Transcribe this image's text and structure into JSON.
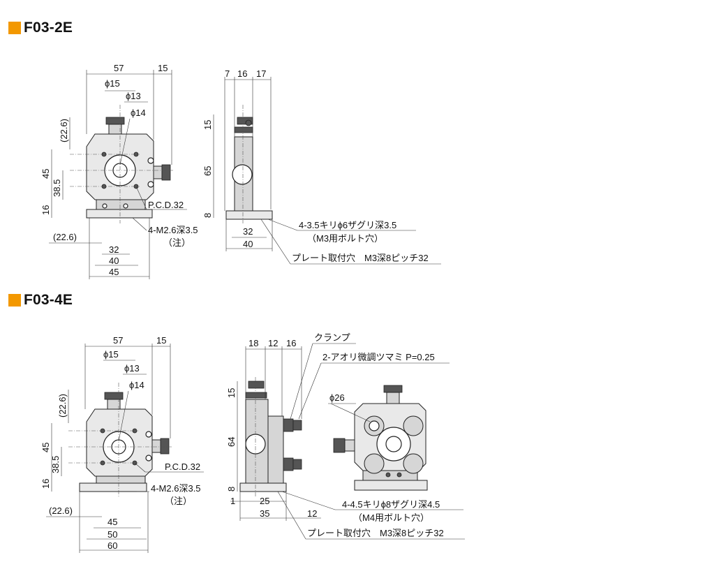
{
  "sections": [
    {
      "title": "F03-2E",
      "accent": "#f39800"
    },
    {
      "title": "F03-4E",
      "accent": "#f39800"
    }
  ],
  "f2e": {
    "front": {
      "dim_57": "57",
      "dim_15": "15",
      "phi15": "ϕ15",
      "phi13": "ϕ13",
      "phi14": "ϕ14",
      "dim_22_6_v": "(22.6)",
      "dim_45_v": "45",
      "dim_38_5": "38.5",
      "dim_16": "16",
      "pcd": "P.C.D.32",
      "tap": "4-M2.6深3.5",
      "note": "（注）",
      "dim_22_6_h": "(22.6)",
      "dim_32": "32",
      "dim_40": "40",
      "dim_45_h": "45"
    },
    "side": {
      "dim_7": "7",
      "dim_16": "16",
      "dim_17": "17",
      "dim_15": "15",
      "dim_65": "65",
      "dim_8": "8",
      "dim_32": "32",
      "dim_40": "40",
      "bolt_hole": "4-3.5キリϕ6ザグリ深3.5",
      "bolt_note": "（M3用ボルト穴）",
      "plate_hole": "プレート取付穴　M3深8ピッチ32"
    }
  },
  "f4e": {
    "front": {
      "dim_57": "57",
      "dim_15": "15",
      "phi15": "ϕ15",
      "phi13": "ϕ13",
      "phi14": "ϕ14",
      "dim_22_6_v": "(22.6)",
      "dim_45_v": "45",
      "dim_38_5": "38.5",
      "dim_16": "16",
      "pcd": "P.C.D.32",
      "tap": "4-M2.6深3.5",
      "note": "（注）",
      "dim_22_6_h": "(22.6)",
      "dim_45_h": "45",
      "dim_50": "50",
      "dim_60": "60"
    },
    "side": {
      "dim_18": "18",
      "dim_12": "12",
      "dim_16": "16",
      "clamp": "クランプ",
      "knob": "2-アオリ微調ツマミ P=0.25",
      "dim_15": "15",
      "dim_64": "64",
      "dim_8": "8",
      "dim_1": "1",
      "dim_25": "25",
      "dim_35": "35",
      "dim_12b": "12",
      "bolt_hole": "4-4.5キリϕ8ザグリ深4.5",
      "bolt_note": "（M4用ボルト穴）",
      "plate_hole": "プレート取付穴　M3深8ピッチ32"
    },
    "iso": {
      "phi26": "ϕ26"
    }
  }
}
